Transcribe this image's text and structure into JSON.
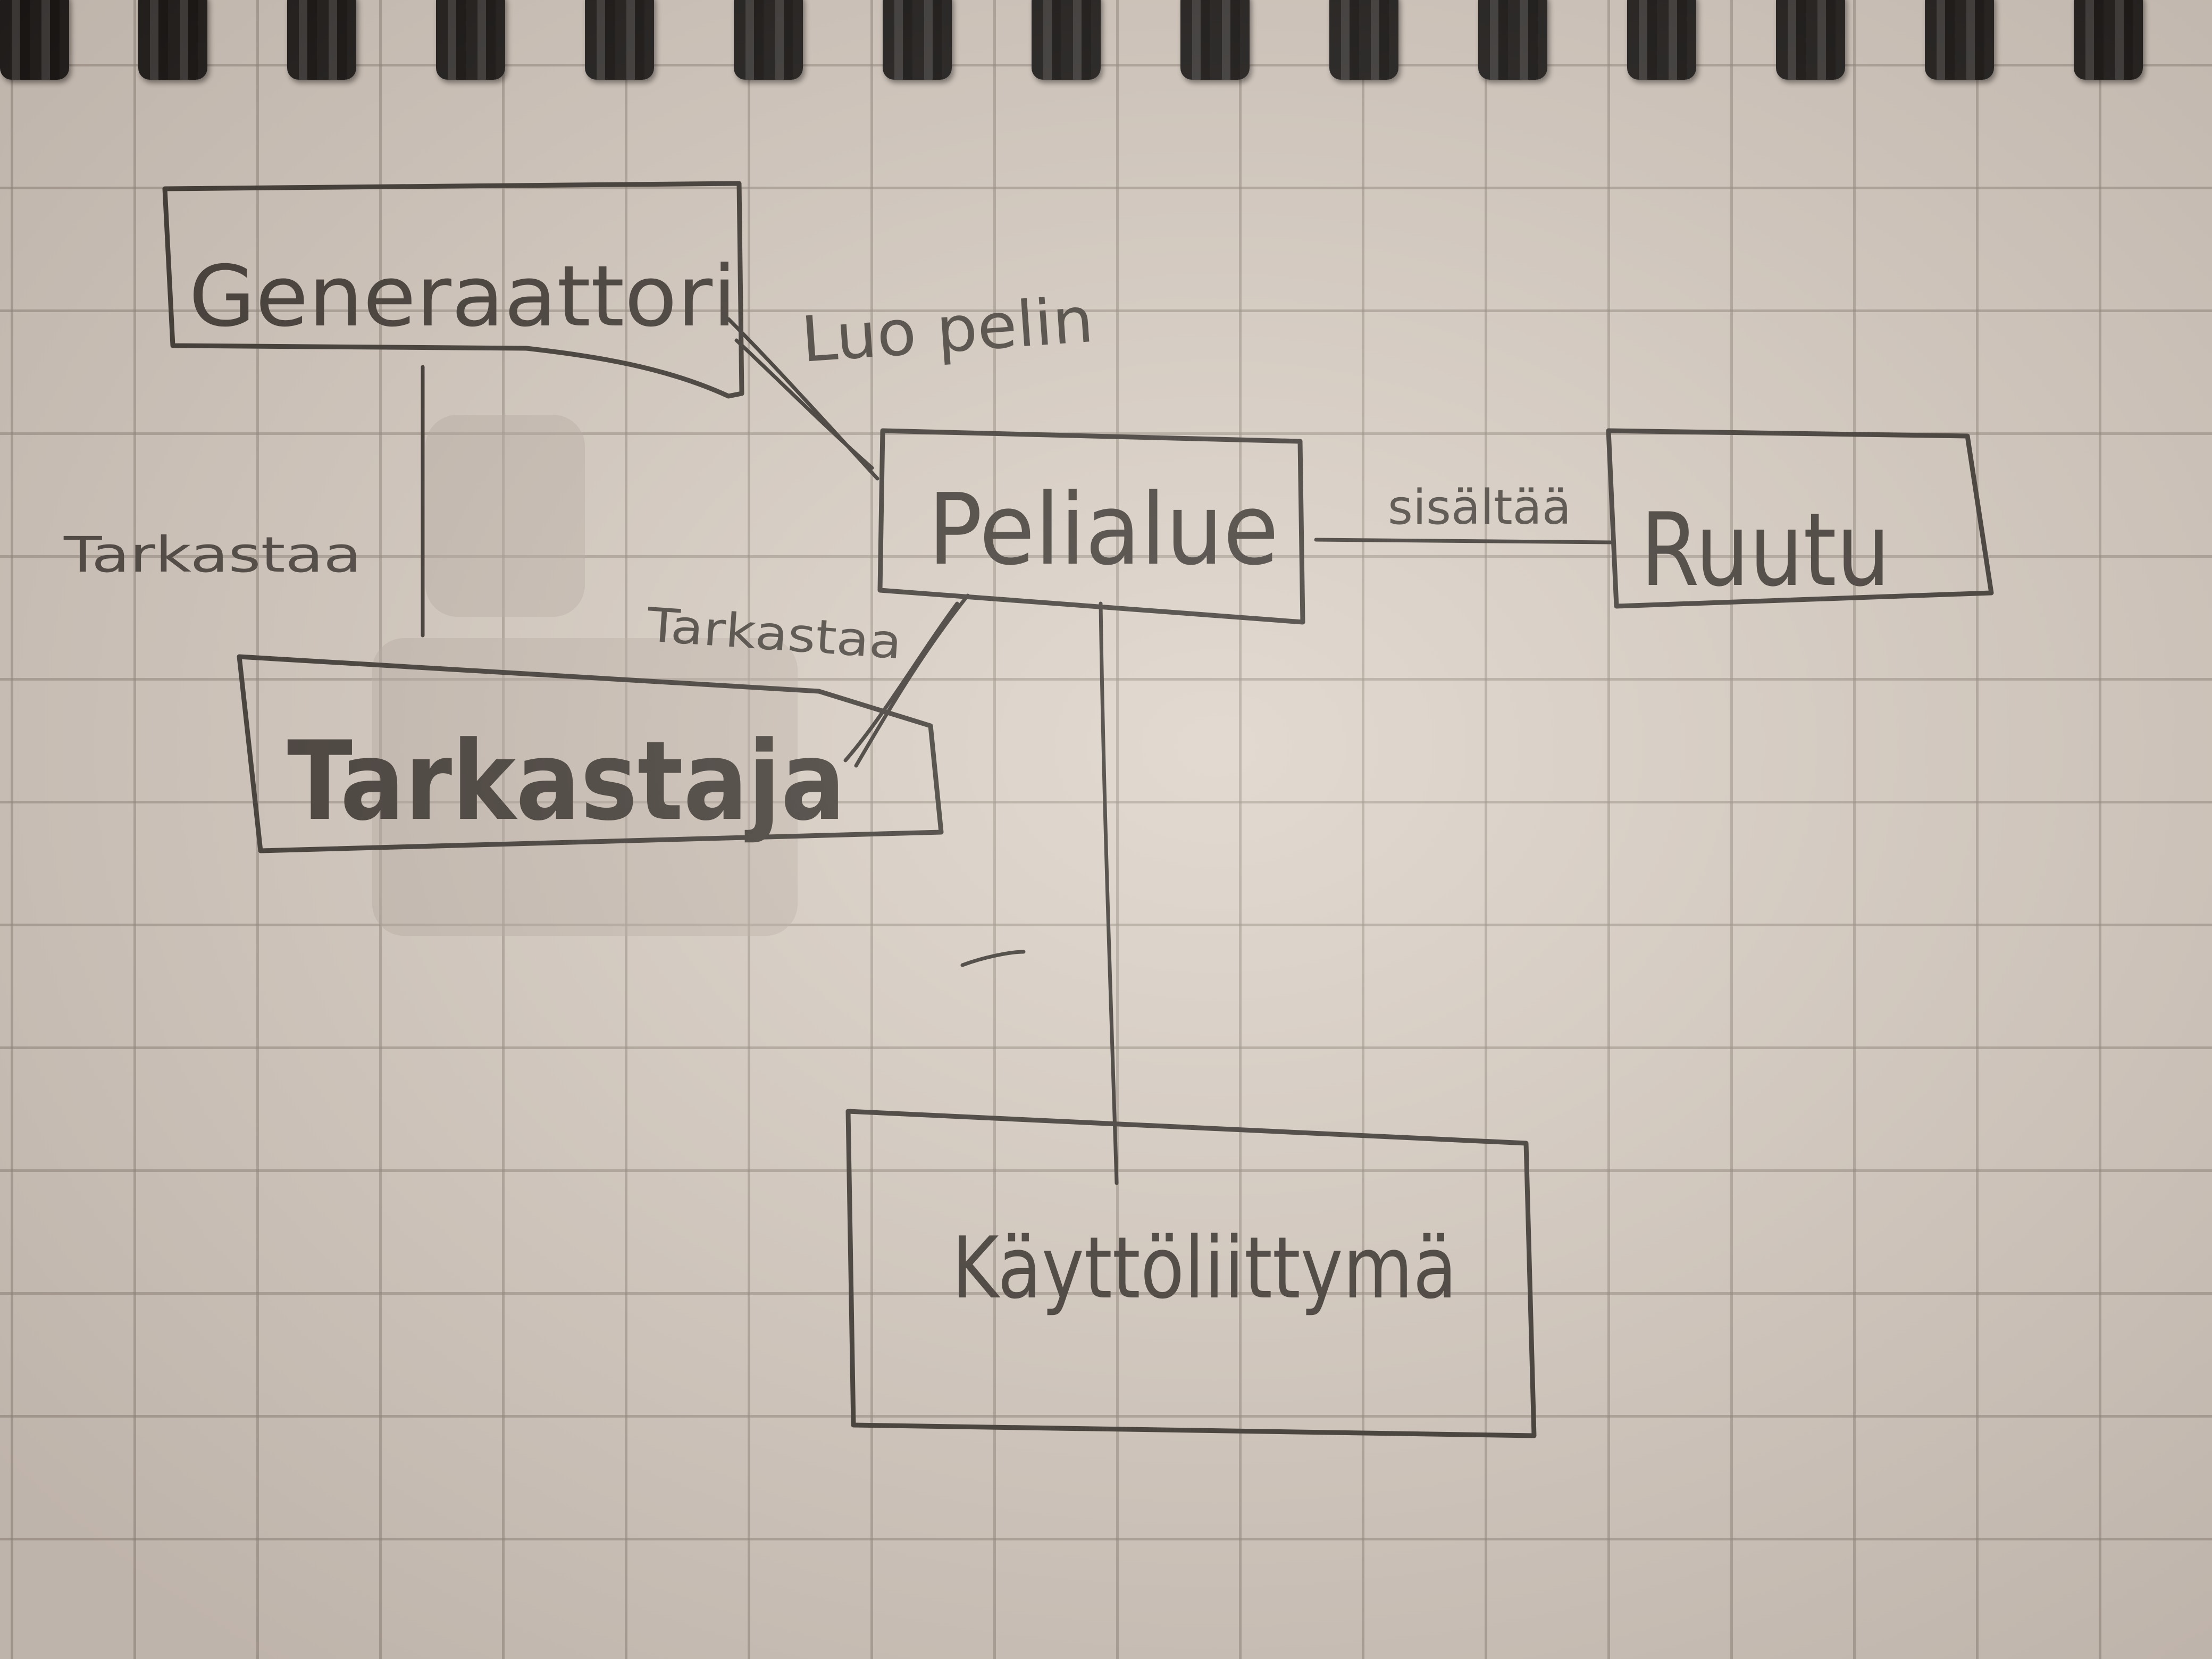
{
  "nodes": {
    "generaattori": "Generaattori",
    "pelialue": "Pelialue",
    "ruutu": "Ruutu",
    "tarkastaja": "Tarkastaja",
    "kayttoliittyma": "Käyttöliittymä"
  },
  "edges": {
    "luo_pelin": "Luo pelin",
    "tarkastaa_left": "Tarkastaa",
    "tarkastaa_diag": "Tarkastaa",
    "sisaltaa": "sisältää"
  },
  "colors": {
    "pencil": "#3e3a36",
    "paper": "#dcd3ca"
  }
}
